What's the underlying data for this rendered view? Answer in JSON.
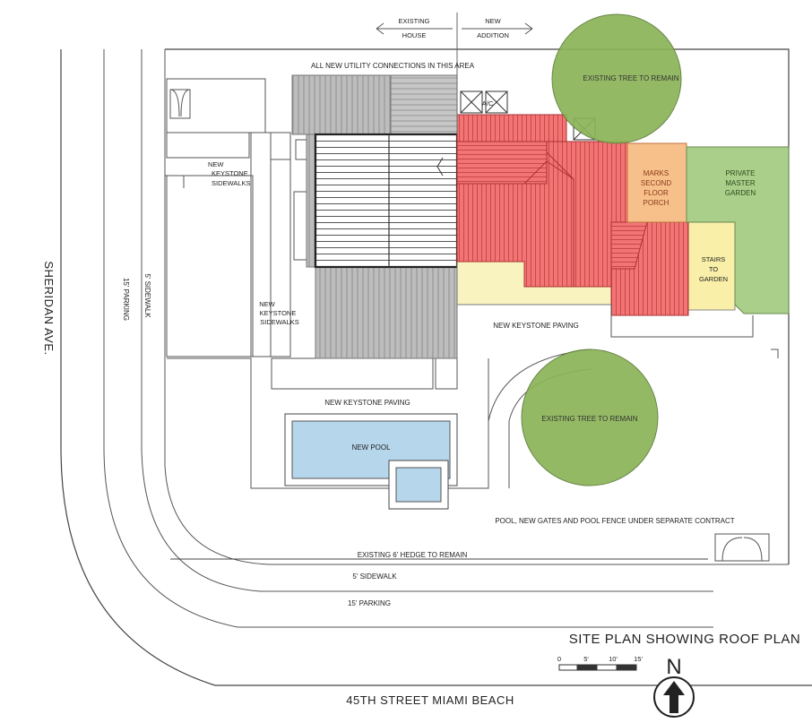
{
  "title": "SITE PLAN SHOWING ROOF PLAN",
  "streets": {
    "west": "SHERIDAN AVE.",
    "south": "45TH STREET MIAMI BEACH"
  },
  "arrows": {
    "left": [
      "EXISTING",
      "HOUSE"
    ],
    "right": [
      "NEW",
      "ADDITION"
    ]
  },
  "labels": {
    "utility": "ALL NEW UTILITY CONNECTIONS IN THIS AREA",
    "keystone_sidewalks_top": [
      "NEW",
      "KEYSTONE",
      "SIDEWALKS"
    ],
    "keystone_sidewalks_mid": [
      "NEW",
      "KEYSTONE",
      "SIDEWALKS"
    ],
    "sidewalk_5_vertical": "5' SIDEWALK",
    "parking_15_vertical": "15' PARKING",
    "keystone_paving_right": "NEW KEYSTONE PAVING",
    "keystone_paving_left": "NEW KEYSTONE PAVING",
    "pool": "NEW POOL",
    "pool_note": "POOL, NEW GATES  AND POOL FENCE UNDER SEPARATE CONTRACT",
    "hedge": "EXISTING 6' HEDGE TO REMAIN",
    "sidewalk_5": "5' SIDEWALK",
    "parking_15": "15' PARKING",
    "tree_top": "EXISTING TREE TO REMAIN",
    "tree_bottom": "EXISTING TREE TO REMAIN",
    "porch": [
      "MARKS",
      "SECOND",
      "FLOOR",
      "PORCH"
    ],
    "garden": [
      "PRIVATE",
      "MASTER",
      "GARDEN"
    ],
    "stairs": [
      "STAIRS",
      "TO",
      "GARDEN"
    ],
    "ac": "A/C"
  },
  "scale": {
    "ticks": [
      "0",
      "5'",
      "10'",
      "15'"
    ],
    "north": "N"
  },
  "colors": {
    "tree": "#8cb457",
    "roof_red": "#f26d6d",
    "porch": "#f7c08a",
    "garden": "#a9cf8a",
    "stairs": "#f9efa8",
    "paving_yellow": "#f8f3bf",
    "pool": "#b6d6ec",
    "gray_roof": "#b8b8b8"
  }
}
